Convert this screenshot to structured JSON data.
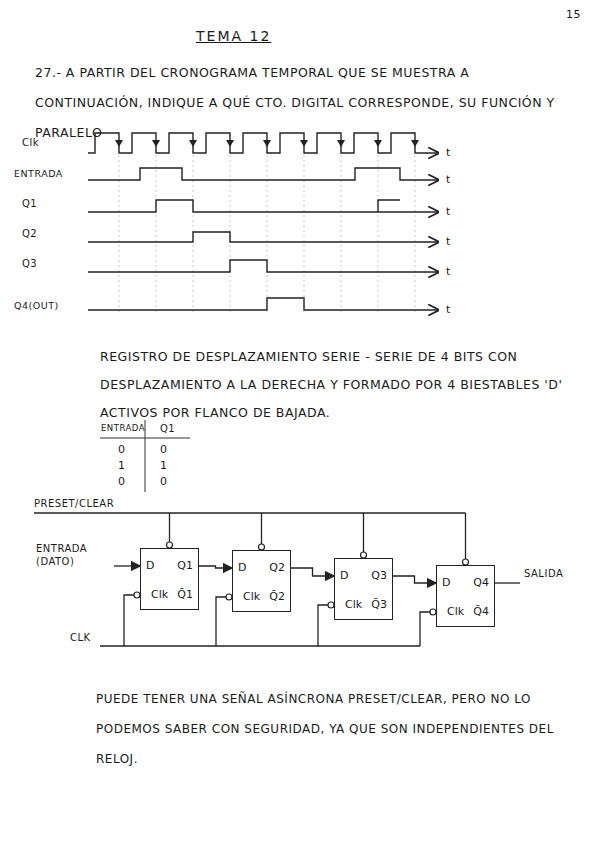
{
  "diagram": {
    "title": "TEMA 12",
    "nodes": [
      {
        "text": [
          "D",
          "Q1",
          "Q̄1",
          "Clk"
        ]
      },
      {
        "text": [
          "D",
          "Q2",
          "Q̄2",
          "Clk"
        ]
      },
      {
        "text": [
          "D",
          "Q3",
          "Q̄3",
          "Clk"
        ]
      },
      {
        "text": [
          "D",
          "Q4",
          "Q̄4",
          "Clk"
        ]
      }
    ],
    "edges": [
      {
        "from": 0,
        "to": 1,
        "arrow": "to"
      },
      {
        "from": 1,
        "to": 2,
        "arrow": "to"
      },
      {
        "from": 2,
        "to": 3,
        "arrow": "to"
      }
    ],
    "labels": [
      "15",
      "27.- A PARTIR DEL CRONOGRAMA TEMPORAL QUE SE MUESTRA A CONTINUACIÓN, INDIQUE A QUÉ CTO. DIGITAL CORRESPONDE, SU FUNCIÓN Y PARALELO",
      "Clk",
      "ENTRADA",
      "Q1",
      "Q2",
      "Q3",
      "Q4(OUT)",
      "t",
      "t",
      "t",
      "t",
      "t",
      "t",
      "REGISTRO DE DESPLAZAMIENTO SERIE - SERIE DE 4 BITS CON DESPLAZAMIENTO A LA DERECHA Y FORMADO POR 4 BIESTABLES 'D' ACTIVOS POR FLANCO DE BAJADA.",
      "ENTRADA",
      "Q1",
      "0",
      "0",
      "1",
      "1",
      "0",
      "0",
      "PRESET/CLEAR",
      "ENTRADA (DATO)",
      "SALIDA",
      "CLK",
      "PUEDE TENER UNA SEÑAL ASÍNCRONA PRESET/CLEAR, PERO NO LO PODEMOS SABER CON SEGURIDAD, YA QUE SON INDEPENDIENTES DEL RELOJ."
    ]
  }
}
